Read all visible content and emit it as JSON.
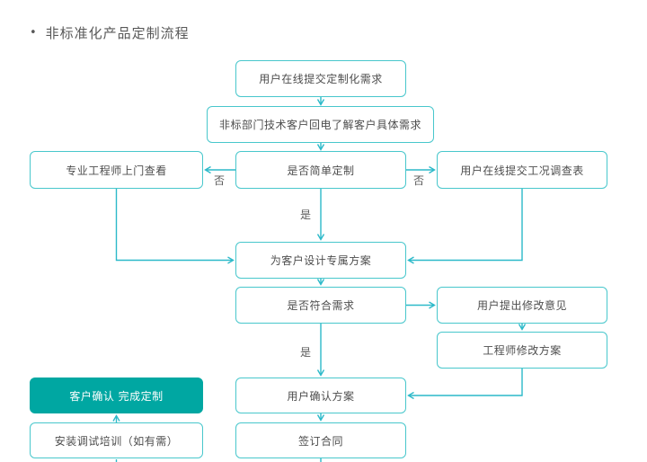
{
  "title": {
    "bullet": "•",
    "text": "非标准化产品定制流程"
  },
  "colors": {
    "line": "#2cb9c9",
    "box_border": "#48c7cc",
    "box_fill": "#ffffff",
    "highlight_fill": "#00a7a2",
    "highlight_text": "#ffffff",
    "text": "#4d4d4d",
    "label": "#595959",
    "bg": "#ffffff"
  },
  "nodes": [
    {
      "id": "submit-custom-requirement",
      "label": "用户在线提交定制化需求"
    },
    {
      "id": "callback-understand-needs",
      "label": "非标部门技术客户回电了解客户具体需求"
    },
    {
      "id": "engineer-onsite-visit",
      "label": "专业工程师上门查看"
    },
    {
      "id": "is-simple-customization",
      "label": "是否简单定制"
    },
    {
      "id": "submit-condition-survey",
      "label": "用户在线提交工况调查表"
    },
    {
      "id": "design-exclusive-plan",
      "label": "为客户设计专属方案"
    },
    {
      "id": "meets-requirements",
      "label": "是否符合需求"
    },
    {
      "id": "user-modification-feedback",
      "label": "用户提出修改意见"
    },
    {
      "id": "engineer-revise-plan",
      "label": "工程师修改方案"
    },
    {
      "id": "customer-confirm-complete",
      "label": "客户确认 完成定制",
      "highlight": true
    },
    {
      "id": "user-confirm-plan",
      "label": "用户确认方案"
    },
    {
      "id": "sign-contract",
      "label": "签订合同"
    },
    {
      "id": "installation-training",
      "label": "安装调试培训（如有需）"
    }
  ],
  "edge_labels": {
    "no_left": "否",
    "no_right": "否",
    "yes_top": "是",
    "yes_bottom": "是"
  }
}
